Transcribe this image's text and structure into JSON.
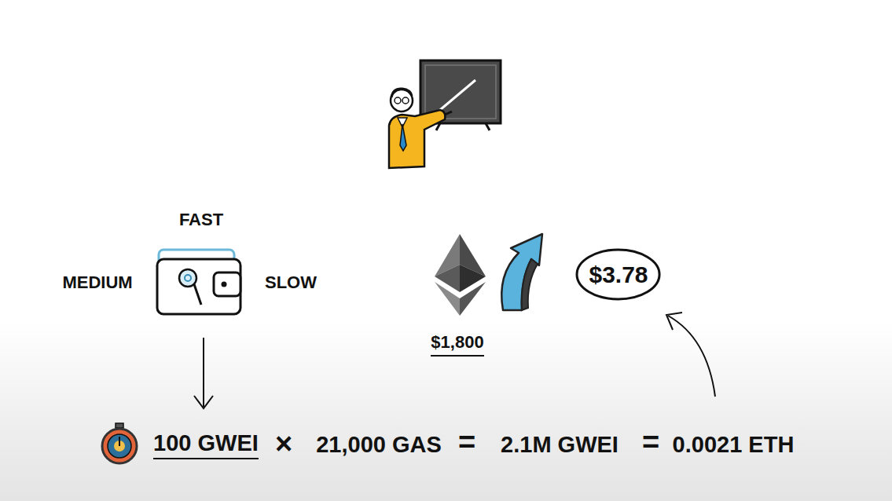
{
  "diagram": {
    "nodes": [
      {
        "text": [
          "$3.78"
        ]
      }
    ],
    "edges": [],
    "labels": [
      "FAST",
      "MEDIUM",
      "SLOW",
      "$1,800",
      "100 GWEI",
      "×",
      "21,000 GAS",
      "=",
      "2.1M GWEI",
      "=",
      "0.0021 ETH"
    ]
  }
}
